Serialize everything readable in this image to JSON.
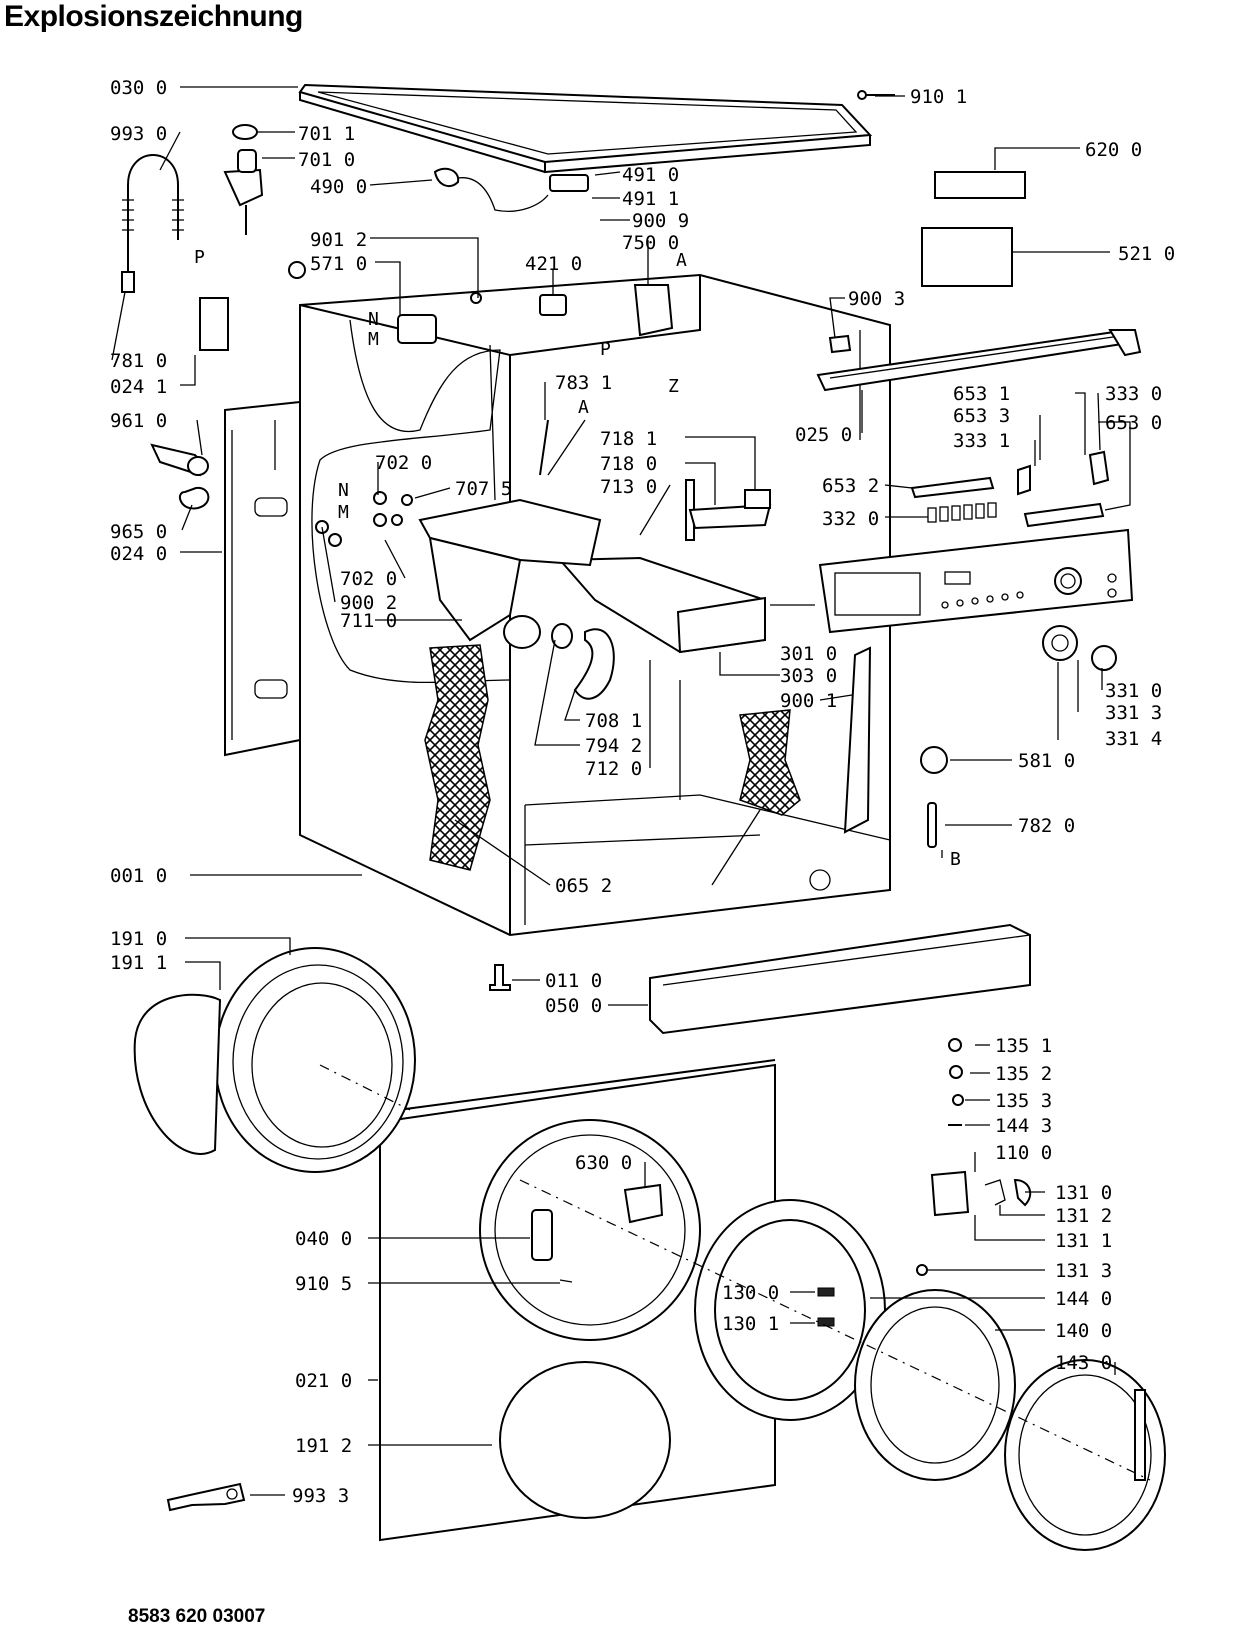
{
  "title": "Explosionszeichnung",
  "footer": "8583 620 03007",
  "labels": [
    "030 0",
    "910 1",
    "993 0",
    "701 1",
    "701 0",
    "490 0",
    "491 0",
    "491 1",
    "900 9",
    "750 0",
    "620 0",
    "521 0",
    "901 2",
    "571 0",
    "421 0",
    "900 3",
    "781 0",
    "024 1",
    "783 1",
    "025 0",
    "653 1",
    "653 3",
    "333 1",
    "333 0",
    "653 0",
    "961 0",
    "718 1",
    "718 0",
    "713 0",
    "653 2",
    "332 0",
    "702 0",
    "707 5",
    "965 0",
    "024 0",
    "702 0",
    "900 2",
    "711 0",
    "301 0",
    "303 0",
    "900 1",
    "331 0",
    "331 3",
    "331 4",
    "708 1",
    "794 2",
    "712 0",
    "581 0",
    "782 0",
    "001 0",
    "065 2",
    "191 0",
    "191 1",
    "011 0",
    "050 0",
    "135 1",
    "135 2",
    "135 3",
    "144 3",
    "110 0",
    "630 0",
    "131 0",
    "131 2",
    "131 1",
    "040 0",
    "131 3",
    "910 5",
    "130 0",
    "144 0",
    "130 1",
    "140 0",
    "143 0",
    "021 0",
    "191 2",
    "993 3"
  ],
  "letters": [
    "P",
    "A",
    "N",
    "M",
    "P",
    "Z",
    "A",
    "N",
    "M",
    "B"
  ]
}
